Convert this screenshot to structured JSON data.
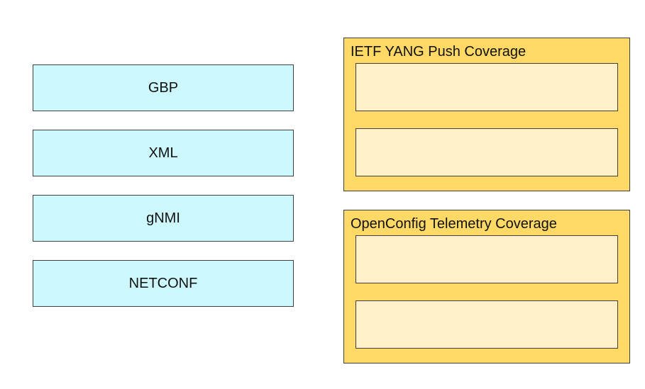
{
  "draggable_items": [
    {
      "label": "GBP"
    },
    {
      "label": "XML"
    },
    {
      "label": "gNMI"
    },
    {
      "label": "NETCONF"
    }
  ],
  "drop_zones": [
    {
      "title": "IETF YANG Push Coverage"
    },
    {
      "title": "OpenConfig Telemetry Coverage"
    }
  ],
  "colors": {
    "item_background": "#ccf7fc",
    "zone_background": "#ffd966",
    "slot_background": "#fff0c9",
    "border": "#404040"
  }
}
